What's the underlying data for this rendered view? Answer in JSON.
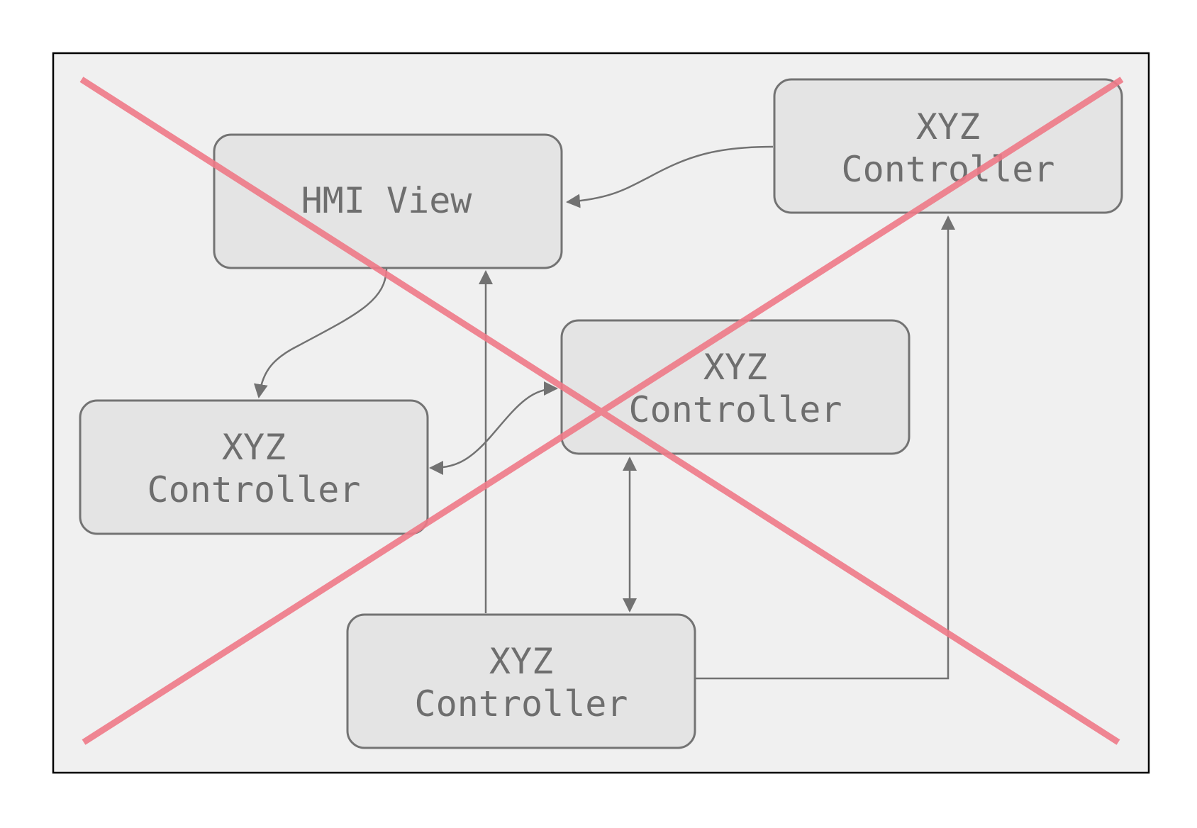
{
  "diagram": {
    "colors": {
      "page_background": "#ffffff",
      "frame_fill": "#f0f0f0",
      "frame_stroke": "#000000",
      "node_fill": "#e4e4e4",
      "node_stroke": "#737373",
      "node_text": "#6e6e6e",
      "edge": "#727272",
      "cross_out": "#ef7a88"
    },
    "nodes": [
      {
        "id": "hmi-view",
        "lines": [
          "HMI View"
        ]
      },
      {
        "id": "controller-top-right",
        "lines": [
          "XYZ",
          "Controller"
        ]
      },
      {
        "id": "controller-middle",
        "lines": [
          "XYZ",
          "Controller"
        ]
      },
      {
        "id": "controller-left",
        "lines": [
          "XYZ",
          "Controller"
        ]
      },
      {
        "id": "controller-bottom",
        "lines": [
          "XYZ",
          "Controller"
        ]
      }
    ],
    "edges": [
      {
        "from": "controller-top-right",
        "to": "hmi-view",
        "style": "curved"
      },
      {
        "from": "hmi-view",
        "to": "controller-left",
        "style": "curved"
      },
      {
        "from": "controller-middle",
        "to": "controller-left",
        "style": "curved",
        "bidirectional": true
      },
      {
        "from": "controller-bottom",
        "to": "hmi-view",
        "style": "straight"
      },
      {
        "from": "controller-middle",
        "to": "controller-bottom",
        "style": "straight",
        "bidirectional": true
      },
      {
        "from": "controller-bottom",
        "to": "controller-top-right",
        "style": "elbow"
      }
    ],
    "crossed_out": true
  }
}
